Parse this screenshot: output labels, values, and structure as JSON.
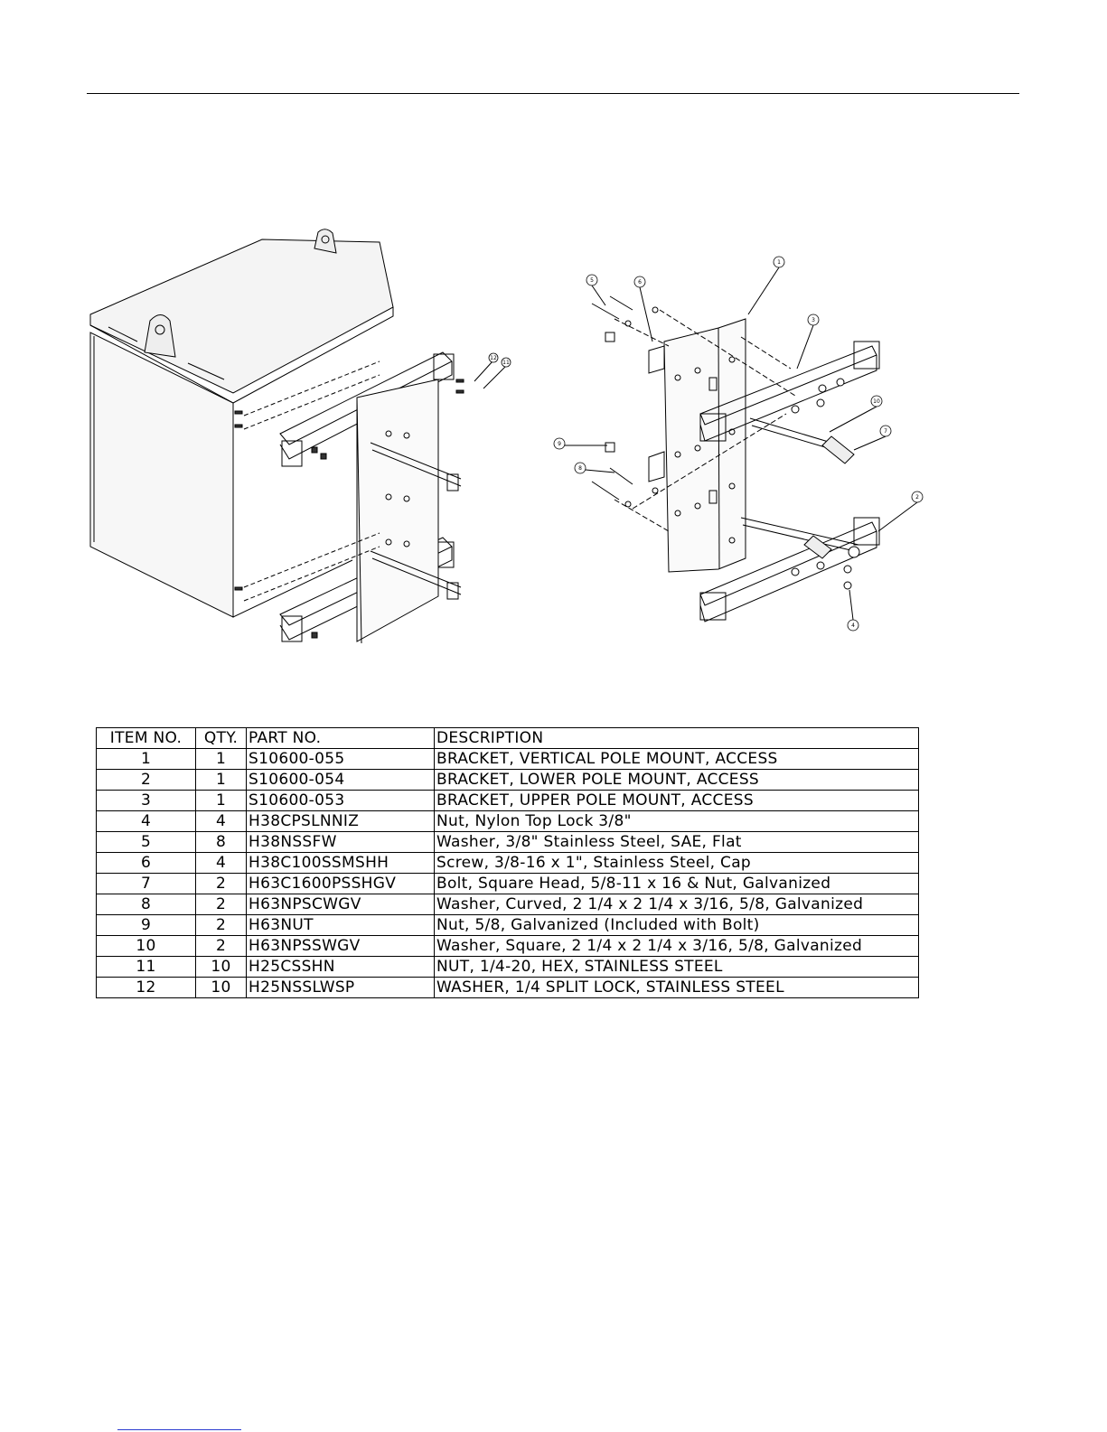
{
  "table": {
    "headers": {
      "item": "ITEM NO.",
      "qty": "QTY.",
      "part": "PART NO.",
      "desc": "DESCRIPTION"
    },
    "rows": [
      {
        "item": "1",
        "qty": "1",
        "part": "S10600-055",
        "desc": "BRACKET, VERTICAL POLE MOUNT, ACCESS"
      },
      {
        "item": "2",
        "qty": "1",
        "part": "S10600-054",
        "desc": "BRACKET, LOWER POLE MOUNT, ACCESS"
      },
      {
        "item": "3",
        "qty": "1",
        "part": "S10600-053",
        "desc": "BRACKET, UPPER POLE MOUNT, ACCESS"
      },
      {
        "item": "4",
        "qty": "4",
        "part": "H38CPSLNNIZ",
        "desc": "Nut, Nylon Top Lock 3/8\""
      },
      {
        "item": "5",
        "qty": "8",
        "part": "H38NSSFW",
        "desc": "Washer, 3/8\" Stainless Steel, SAE, Flat"
      },
      {
        "item": "6",
        "qty": "4",
        "part": "H38C100SSMSHH",
        "desc": "Screw, 3/8-16 x 1\", Stainless Steel, Cap"
      },
      {
        "item": "7",
        "qty": "2",
        "part": "H63C1600PSSHGV",
        "desc": "Bolt, Square Head, 5/8-11 x 16 & Nut, Galvanized"
      },
      {
        "item": "8",
        "qty": "2",
        "part": "H63NPSCWGV",
        "desc": "Washer, Curved, 2 1/4 x 2 1/4 x 3/16, 5/8, Galvanized"
      },
      {
        "item": "9",
        "qty": "2",
        "part": "H63NUT",
        "desc": "Nut, 5/8, Galvanized (Included with Bolt)"
      },
      {
        "item": "10",
        "qty": "2",
        "part": "H63NPSSWGV",
        "desc": "Washer, Square, 2 1/4 x 2 1/4 x 3/16, 5/8, Galvanized"
      },
      {
        "item": "11",
        "qty": "10",
        "part": "H25CSSHN",
        "desc": "NUT, 1/4-20, HEX, STAINLESS STEEL"
      },
      {
        "item": "12",
        "qty": "10",
        "part": "H25NSSLWSP",
        "desc": "WASHER, 1/4 SPLIT LOCK, STAINLESS STEEL"
      }
    ]
  },
  "drawings": {
    "left_callouts": [
      "12",
      "11"
    ],
    "right_callouts": [
      "5",
      "6",
      "1",
      "3",
      "10",
      "7",
      "9",
      "8",
      "2",
      "4"
    ]
  }
}
